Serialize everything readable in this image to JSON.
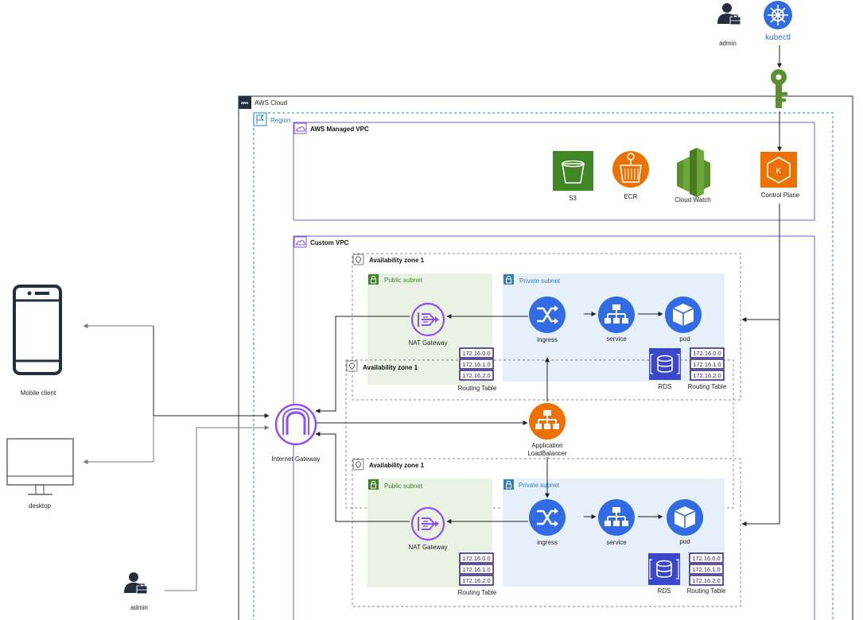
{
  "groups": {
    "aws_cloud": "AWS Cloud",
    "region": "Region",
    "managed_vpc": "AWS Managed VPC",
    "custom_vpc": "Custom VPC"
  },
  "managed_services": {
    "s3": "S3",
    "ecr": "ECR",
    "cloudwatch": "Cloud Watch",
    "control_plane": "Control Plane"
  },
  "admin_top": {
    "label": "admin",
    "kubectl": "kubectl"
  },
  "clients": {
    "mobile": "Mobile client",
    "desktop": "desktop",
    "admin": "admin"
  },
  "internet_gateway": "Internet Gateway",
  "load_balancer": {
    "line1": "Application",
    "line2": "LoadBalancer"
  },
  "zone1": {
    "title": "Availability zone 1",
    "public_subnet": "Public subnet",
    "private_subnet": "Private subnet",
    "nat": "NAT Gateway",
    "ingress": "ingress",
    "service": "service",
    "pod": "pod",
    "rds": "RDS",
    "routing_table_public": {
      "label": "Routing Table",
      "rows": [
        "172.16.0.0",
        "172.16.1.0",
        "172.16.2.0"
      ]
    },
    "routing_table_private": {
      "label": "Routing Table",
      "rows": [
        "172.16.0.0",
        "172.16.1.0",
        "172.16.2.0"
      ]
    }
  },
  "zone_overlap": {
    "title": "Availability zone 1"
  },
  "zone2": {
    "title": "Availability zone 1",
    "public_subnet": "Public subnet",
    "private_subnet": "Private subnet",
    "nat": "NAT Gateway",
    "ingress": "ingress",
    "service": "service",
    "pod": "pod",
    "rds": "RDS",
    "routing_table_public": {
      "label": "Routing Table",
      "rows": [
        "172.16.0.0",
        "172.16.1.0",
        "172.16.2.0"
      ]
    },
    "routing_table_private": {
      "label": "Routing Table",
      "rows": [
        "172.16.0.0",
        "172.16.1.0",
        "172.16.2.0"
      ]
    }
  },
  "colors": {
    "aws_purple": "#8c4fff",
    "vpc_border": "#7a5ad6",
    "public_subnet_bg": "#eaf2e4",
    "private_subnet_bg": "#e6f0f8",
    "aws_orange": "#ed7100",
    "s3_green": "#3f8624",
    "key_green": "#5a8f2e",
    "kube_blue": "#326ce5"
  }
}
